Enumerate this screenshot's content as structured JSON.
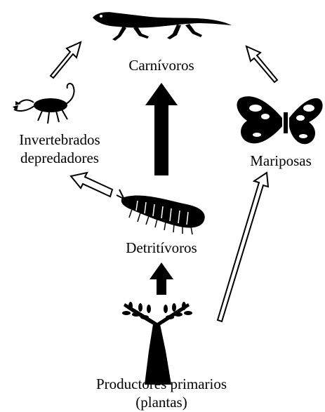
{
  "nodes": {
    "carnivores": "Carnívoros",
    "predatory_invertebrates": [
      "Invertebrados",
      "depredadores"
    ],
    "butterflies": "Mariposas",
    "detritivores": "Detritívoros",
    "primary_producers": [
      "Productores primarios",
      "(plantas)"
    ]
  },
  "icons": {
    "carnivores": "lizard-icon",
    "predatory_invertebrates": "scorpion-icon",
    "butterflies": "butterfly-icon",
    "detritivores": "millipede-icon",
    "primary_producers": "tree-icon"
  },
  "arrow_styles": {
    "solid": "thick black arrows (plants → detritivores → carnivores)",
    "outline": "hollow outline arrows"
  },
  "colors": {
    "ink": "#000000",
    "background": "#ffffff"
  }
}
